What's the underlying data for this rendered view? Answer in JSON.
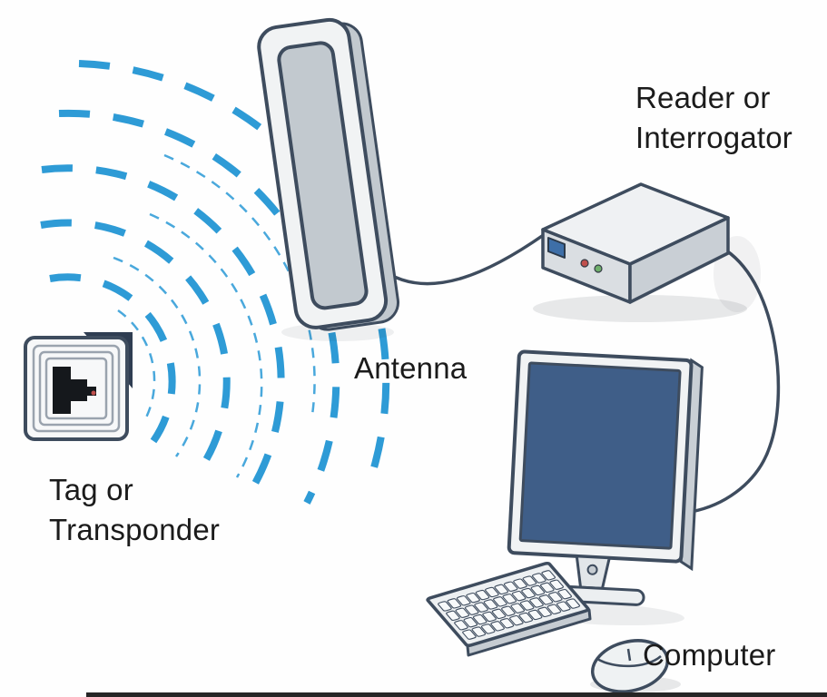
{
  "diagram": {
    "labels": {
      "reader_line1": "Reader or",
      "reader_line2": "Interrogator",
      "antenna": "Antenna",
      "tag_line1": "Tag or",
      "tag_line2": "Transponder",
      "computer": "Computer"
    },
    "colors": {
      "wave_blue": "#2E9BD6",
      "wave_blue_thin": "#49A8DC",
      "outline_navy": "#3E4C5E",
      "screen_blue": "#3F5E88",
      "device_gray": "#EFF1F3",
      "chip_black": "#15181C",
      "text_dark": "#1B1B1B",
      "background": "#FEFEFE"
    },
    "icons": {
      "waves": "radio-waves-icon",
      "tag": "rfid-tag-icon",
      "antenna": "antenna-panel-icon",
      "reader": "reader-box-icon",
      "monitor": "monitor-icon",
      "keyboard": "keyboard-icon",
      "mouse": "mouse-icon"
    }
  }
}
